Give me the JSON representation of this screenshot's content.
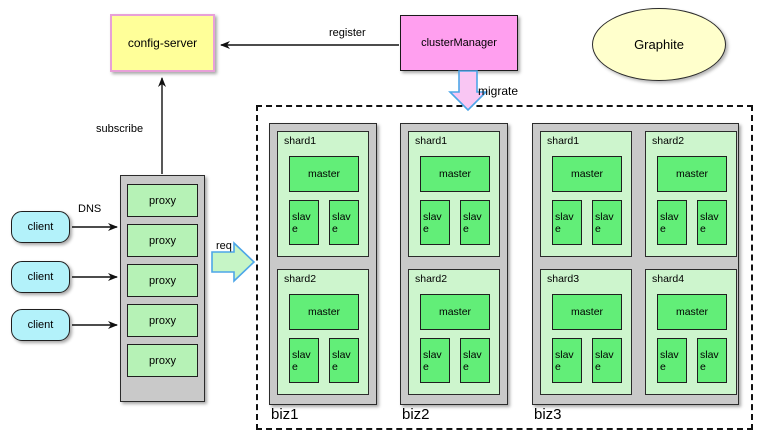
{
  "diagram": {
    "title": "cluster architecture diagram",
    "colors": {
      "config_server_fill": "#ffff99",
      "config_server_border": "#e8a0d8",
      "cluster_manager_fill": "#ff9fef",
      "graphite_fill": "#ffffcc",
      "client_fill": "#b3f2fa",
      "proxy_fill": "#b6f2b6",
      "container_gray": "#c9c9c9",
      "shard_fill": "#cdf5cd",
      "node_green": "#62ee78",
      "block_arrow_border": "#4da6e8",
      "migrate_arrow_fill": "#f9c6f3",
      "req_arrow_fill": "#c6f5c6"
    },
    "nodes": {
      "config_server": "config-server",
      "cluster_manager": "clusterManager",
      "graphite": "Graphite",
      "clients": [
        "client",
        "client",
        "client"
      ],
      "proxies": [
        "proxy",
        "proxy",
        "proxy",
        "proxy",
        "proxy"
      ]
    },
    "edges": {
      "register": "register",
      "subscribe": "subscribe",
      "dns": "DNS",
      "req": "req",
      "migrate": "migrate"
    },
    "clusters": [
      {
        "name": "biz1",
        "layout": "1x2",
        "shards": [
          {
            "label": "shard1",
            "master": "master",
            "slaves": [
              "slave",
              "slave"
            ]
          },
          {
            "label": "shard2",
            "master": "master",
            "slaves": [
              "slave",
              "slave"
            ]
          }
        ]
      },
      {
        "name": "biz2",
        "layout": "1x2",
        "shards": [
          {
            "label": "shard1",
            "master": "master",
            "slaves": [
              "slave",
              "slave"
            ]
          },
          {
            "label": "shard2",
            "master": "master",
            "slaves": [
              "slave",
              "slave"
            ]
          }
        ]
      },
      {
        "name": "biz3",
        "layout": "2x2",
        "shards": [
          {
            "label": "shard1",
            "master": "master",
            "slaves": [
              "slave",
              "slave"
            ]
          },
          {
            "label": "shard2",
            "master": "master",
            "slaves": [
              "slave",
              "slave"
            ]
          },
          {
            "label": "shard3",
            "master": "master",
            "slaves": [
              "slave",
              "slave"
            ]
          },
          {
            "label": "shard4",
            "master": "master",
            "slaves": [
              "slave",
              "slave"
            ]
          }
        ]
      }
    ]
  }
}
